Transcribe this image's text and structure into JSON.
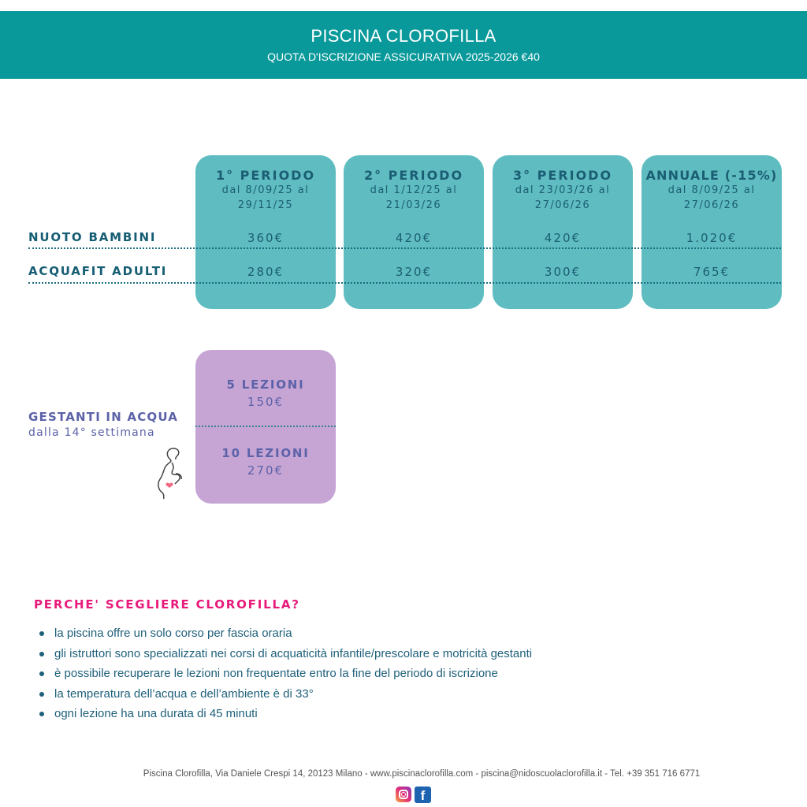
{
  "header": {
    "title": "PISCINA CLOROFILLA",
    "subtitle": "QUOTA D'ISCRIZIONE ASSICURATIVA 2025-2026 €40"
  },
  "rows": [
    "NUOTO BAMBINI",
    "ACQUAFIT ADULTI"
  ],
  "periods": [
    {
      "title": "1° PERIODO",
      "from": "dal 8/09/25 al",
      "to": "29/11/25",
      "prices": [
        "360€",
        "280€"
      ]
    },
    {
      "title": "2° PERIODO",
      "from": "dal 1/12/25 al",
      "to": "21/03/26",
      "prices": [
        "420€",
        "320€"
      ]
    },
    {
      "title": "3° PERIODO",
      "from": "dal 23/03/26 al",
      "to": "27/06/26",
      "prices": [
        "420€",
        "300€"
      ]
    },
    {
      "title": "ANNUALE (-15%)",
      "from": "dal 8/09/25 al",
      "to": "27/06/26",
      "prices": [
        "1.020€",
        "765€"
      ]
    }
  ],
  "gestanti": {
    "title": "GESTANTI IN ACQUA",
    "subtitle": "dalla 14° settimana",
    "options": [
      {
        "label": "5 LEZIONI",
        "price": "150€"
      },
      {
        "label": "10 LEZIONI",
        "price": "270€"
      }
    ]
  },
  "why": {
    "title": "PERCHE' SCEGLIERE CLOROFILLA?",
    "items": [
      "la piscina offre un solo corso per fascia oraria",
      "gli istruttori sono specializzati nei corsi di acquaticità infantile/prescolare e motricità gestanti",
      "è possibile recuperare le lezioni non frequentate entro la fine del periodo di iscrizione",
      "la temperatura dell’acqua e dell’ambiente è di 33°",
      "ogni lezione ha una durata di 45 minuti"
    ]
  },
  "footer": "Piscina Clorofilla, Via Daniele Crespi 14, 20123 Milano - www.piscinaclorofilla.com - piscina@nidoscuolaclorofilla.it - Tel. +39 351 716 6771",
  "social": {
    "facebook": "f"
  },
  "colors": {
    "teal": "#0a999b",
    "card": "#5fbdc1",
    "purple": "#c6a5d5",
    "pink": "#e8197a"
  }
}
